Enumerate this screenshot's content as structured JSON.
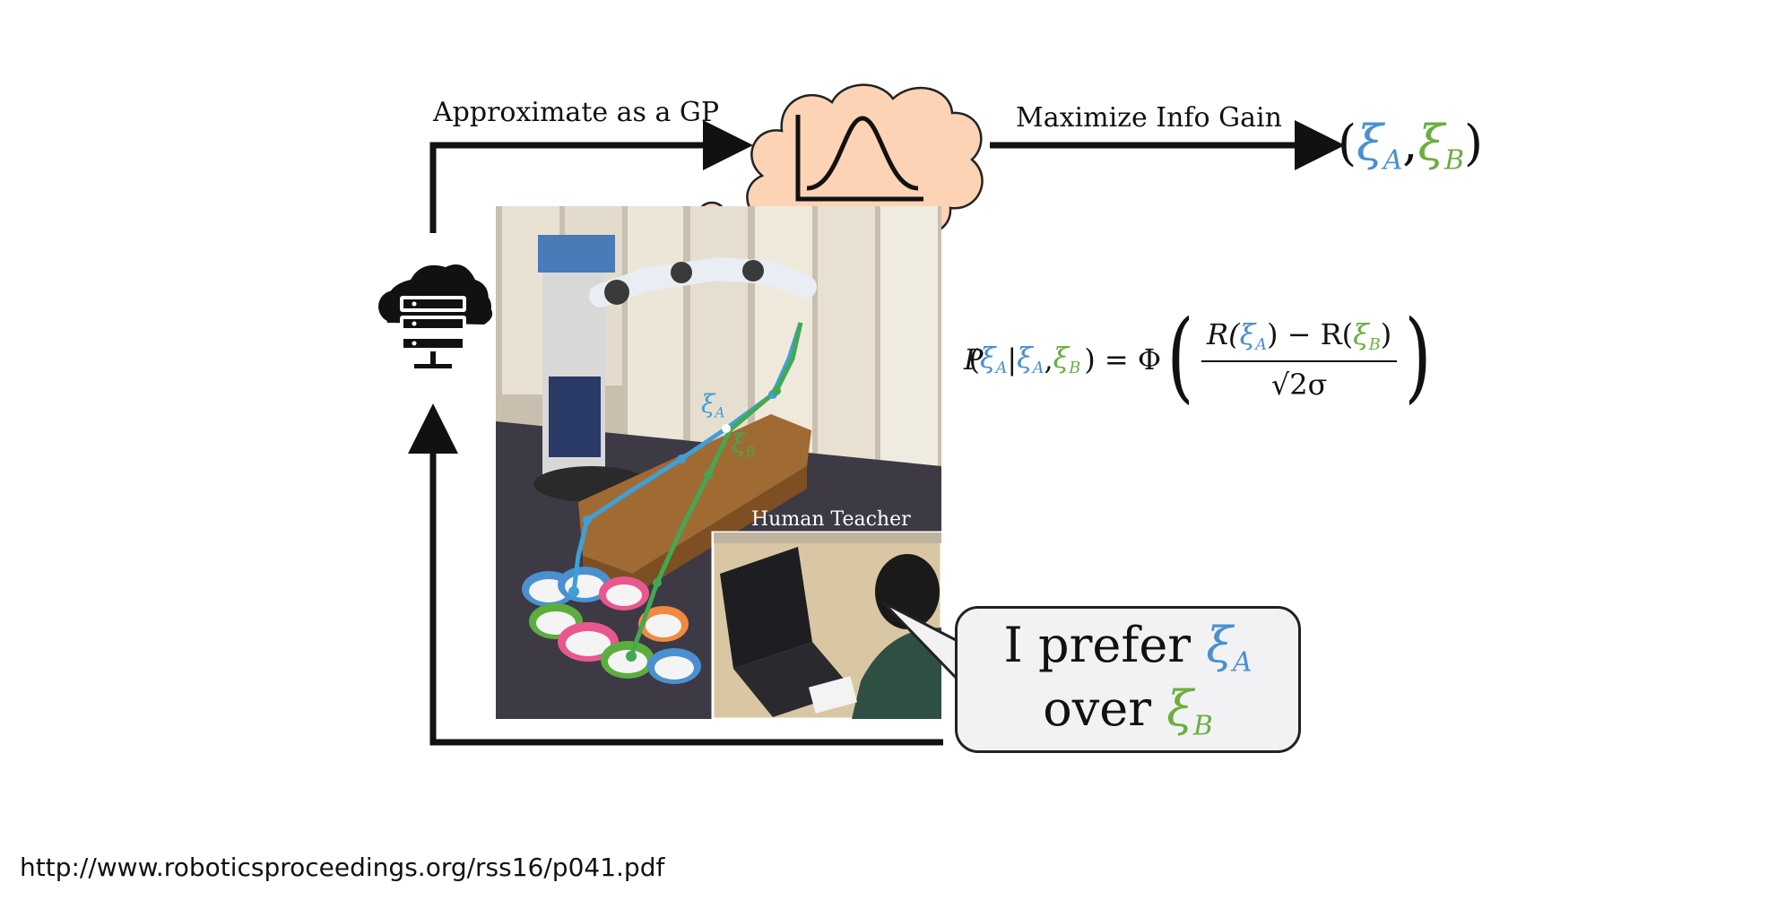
{
  "arrow_labels": {
    "approximate": "Approximate as a GP",
    "maximize": "Maximize Info Gain"
  },
  "pair": {
    "open": "(",
    "xi_a": "ξ",
    "sub_a": "A",
    "comma": ",",
    "xi_b": "ξ",
    "sub_b": "B",
    "close": ")"
  },
  "formula": {
    "lhs_p": "P(",
    "xi": "ξ",
    "sub_a": "A",
    "bar": " | ",
    "sub_b": "B",
    "close_eq": ") = Φ",
    "num_r1": "R(",
    "num_mid": ") − R(",
    "num_close": ")",
    "den": "√2σ"
  },
  "photo": {
    "teacher_label": "Human Teacher",
    "traj_a": "ξ",
    "traj_a_sub": "A",
    "traj_b": "ξ",
    "traj_b_sub": "B"
  },
  "speech": {
    "line1": "I prefer ",
    "line2": "over ",
    "xi": "ξ",
    "sub_a": "A",
    "sub_b": "B"
  },
  "footer": {
    "url": "http://www.roboticsproceedings.org/rss16/p041.pdf"
  },
  "colors": {
    "xi_a": "#4a90cf",
    "xi_b": "#6cae3f",
    "cloud": "#fcd3b4"
  },
  "icons": [
    "cloud-server-icon",
    "gaussian-curve-icon",
    "thought-cloud-icon"
  ]
}
